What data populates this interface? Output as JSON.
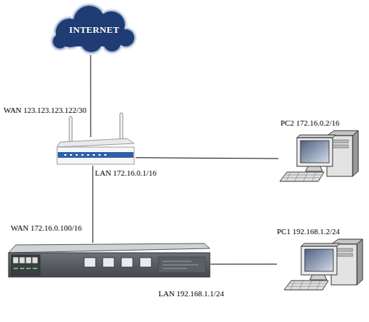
{
  "diagram": {
    "nodes": [
      {
        "text": [
          "INTERNET"
        ]
      },
      {
        "text": [
          "WAN 123.123.123.122/30",
          "LAN 172.16.0.1/16"
        ]
      },
      {
        "text": [
          "PC2 172.16.0.2/16"
        ]
      },
      {
        "text": [
          "WAN 172.16.0.100/16",
          "LAN 192.168.1.1/24"
        ]
      },
      {
        "text": [
          "PC1 192.168.1.2/24"
        ]
      }
    ],
    "edges": [
      {
        "from": 0,
        "to": 1,
        "arrow": "none"
      },
      {
        "from": 1,
        "to": 2,
        "arrow": "none"
      },
      {
        "from": 1,
        "to": 3,
        "arrow": "none"
      },
      {
        "from": 3,
        "to": 4,
        "arrow": "none"
      }
    ]
  }
}
